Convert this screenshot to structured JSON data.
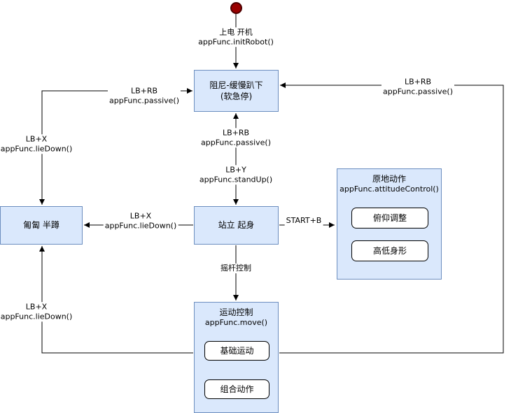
{
  "colors": {
    "node_fill": "#dae8fc",
    "node_border": "#6c8ebf",
    "start_fill": "#990000",
    "start_border": "#4d0000",
    "inner_fill": "#ffffff",
    "inner_border": "#000000",
    "edge": "#000000"
  },
  "nodes": {
    "damping": {
      "line1": "阻尼-缓慢趴下",
      "line2": "(软急停)"
    },
    "crouch": {
      "label": "匍匐 半蹲"
    },
    "stand": {
      "label": "站立 起身"
    },
    "attitude": {
      "title": "原地动作",
      "subtitle": "appFunc.attitudeControl()",
      "items": [
        "俯仰调整",
        "高低身形"
      ]
    },
    "move": {
      "title": "运动控制",
      "subtitle": "appFunc.move()",
      "items": [
        "基础运动",
        "组合动作"
      ]
    }
  },
  "edges": {
    "power_on": {
      "l1": "上电 开机",
      "l2": "appFunc.initRobot()"
    },
    "passive_center": {
      "l1": "LB+RB",
      "l2": "appFunc.passive()"
    },
    "stand_up": {
      "l1": "LB+Y",
      "l2": "appFunc.standUp()"
    },
    "lie_down_mid": {
      "l1": "LB+X",
      "l2": "appFunc.lieDown()"
    },
    "passive_left": {
      "l1": "LB+RB",
      "l2": "appFunc.passive()"
    },
    "lie_down_left": {
      "l1": "LB+X",
      "l2": "appFunc.lieDown()"
    },
    "passive_right": {
      "l1": "LB+RB",
      "l2": "appFunc.passive()"
    },
    "start_b": {
      "l1": "START+B"
    },
    "joystick": {
      "l1": "摇杆控制"
    },
    "lie_down_bottom": {
      "l1": "LB+X",
      "l2": "appFunc.lieDown()"
    }
  }
}
